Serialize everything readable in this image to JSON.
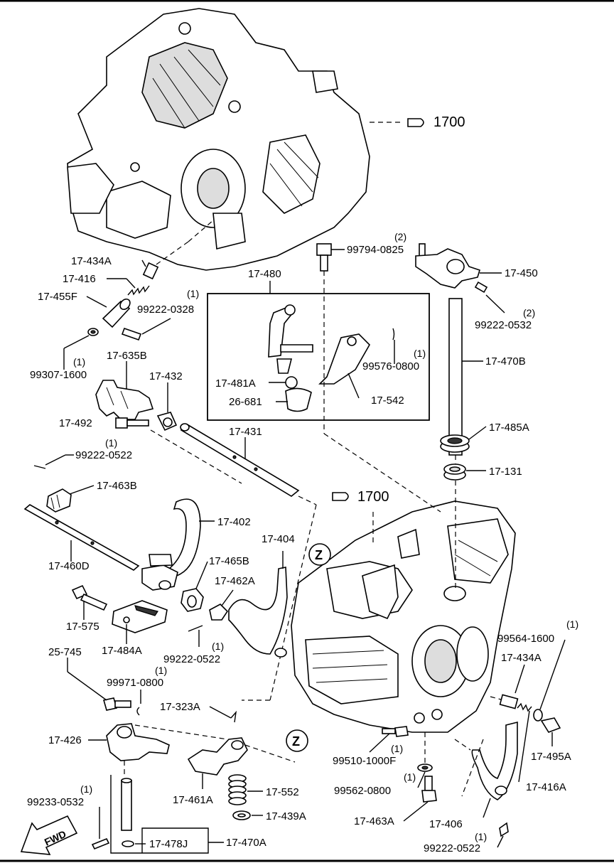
{
  "ref_1700": "1700",
  "zone_marker": "Z",
  "fwd_label": "FWD",
  "parts": {
    "p17_434A_top": {
      "code": "17-434A"
    },
    "p17_416_top": {
      "code": "17-416"
    },
    "p17_455F": {
      "code": "17-455F"
    },
    "p99222_0328": {
      "code": "99222-0328",
      "qty": "(1)"
    },
    "p99307_1600": {
      "code": "99307-1600",
      "qty": "(1)"
    },
    "p17_635B": {
      "code": "17-635B"
    },
    "p17_432": {
      "code": "17-432"
    },
    "p17_492": {
      "code": "17-492"
    },
    "p99222_0522_a": {
      "code": "99222-0522",
      "qty": "(1)"
    },
    "p17_463B": {
      "code": "17-463B"
    },
    "p17_431": {
      "code": "17-431"
    },
    "p17_402": {
      "code": "17-402"
    },
    "p17_460D": {
      "code": "17-460D"
    },
    "p17_465B": {
      "code": "17-465B"
    },
    "p17_404": {
      "code": "17-404"
    },
    "p17_462A": {
      "code": "17-462A"
    },
    "p17_575": {
      "code": "17-575"
    },
    "p17_484A": {
      "code": "17-484A"
    },
    "p99222_0522_b": {
      "code": "99222-0522",
      "qty": "(1)"
    },
    "p25_745": {
      "code": "25-745"
    },
    "p99971_0800": {
      "code": "99971-0800",
      "qty": "(1)"
    },
    "p17_323A": {
      "code": "17-323A"
    },
    "p17_426": {
      "code": "17-426"
    },
    "p17_461A": {
      "code": "17-461A"
    },
    "p17_552": {
      "code": "17-552"
    },
    "p17_439A": {
      "code": "17-439A"
    },
    "p99233_0532": {
      "code": "99233-0532",
      "qty": "(1)"
    },
    "p17_478J": {
      "code": "17-478J"
    },
    "p17_470A": {
      "code": "17-470A"
    },
    "p17_480": {
      "code": "17-480"
    },
    "p17_481A": {
      "code": "17-481A"
    },
    "p26_681": {
      "code": "26-681"
    },
    "p99576_0800": {
      "code": "99576-0800",
      "qty": "(1)"
    },
    "p17_542": {
      "code": "17-542"
    },
    "p99794_0825": {
      "code": "99794-0825",
      "qty": "(2)"
    },
    "p17_450": {
      "code": "17-450"
    },
    "p99222_0532": {
      "code": "99222-0532",
      "qty": "(2)"
    },
    "p17_470B": {
      "code": "17-470B"
    },
    "p17_485A": {
      "code": "17-485A"
    },
    "p17_131": {
      "code": "17-131"
    },
    "p99564_1600": {
      "code": "99564-1600",
      "qty": "(1)"
    },
    "p17_434A_bot": {
      "code": "17-434A"
    },
    "p17_495A": {
      "code": "17-495A"
    },
    "p17_416A": {
      "code": "17-416A"
    },
    "p99510_1000F": {
      "code": "99510-1000F",
      "qty": "(1)"
    },
    "p99562_0800": {
      "code": "99562-0800",
      "qty": "(1)"
    },
    "p17_463A": {
      "code": "17-463A"
    },
    "p17_406": {
      "code": "17-406"
    },
    "p99222_0522_c": {
      "code": "99222-0522",
      "qty": "(1)"
    }
  }
}
